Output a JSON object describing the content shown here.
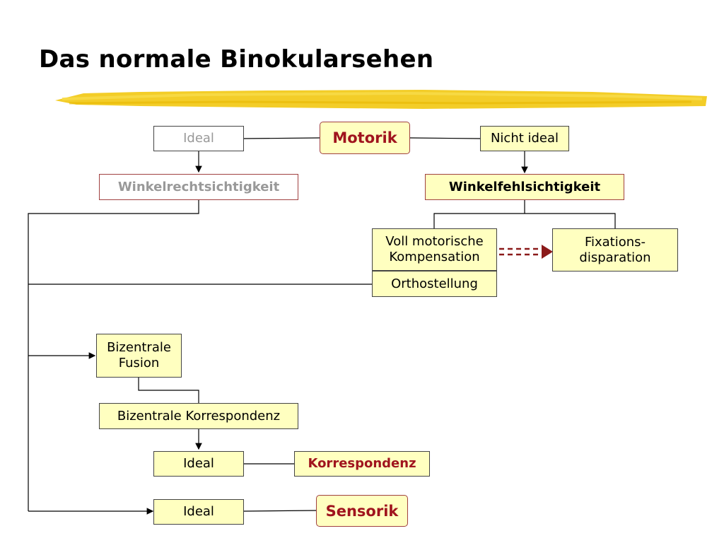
{
  "title": "Das normale Binokularsehen",
  "colors": {
    "box_fill": "#ffffc0",
    "accent_red": "#a0141e",
    "dashed_arrow": "#8b1a1a",
    "highlighter": "#f2c811",
    "muted_text": "#999999"
  },
  "nodes": {
    "ideal_top": "Ideal",
    "motorik": "Motorik",
    "nicht_ideal": "Nicht ideal",
    "winkelrecht": "Winkelrechtsichtigkeit",
    "winkelfehl": "Winkelfehlsichtigkeit",
    "voll_motorisch": "Voll motorische\nKompensation",
    "fixation": "Fixations-\ndisparation",
    "orthostellung": "Orthostellung",
    "bizentrale_fusion": "Bizentrale\nFusion",
    "bizentrale_korrespondenz": "Bizentrale Korrespondenz",
    "ideal_korr": "Ideal",
    "korrespondenz": "Korrespondenz",
    "ideal_sens": "Ideal",
    "sensorik": "Sensorik"
  }
}
